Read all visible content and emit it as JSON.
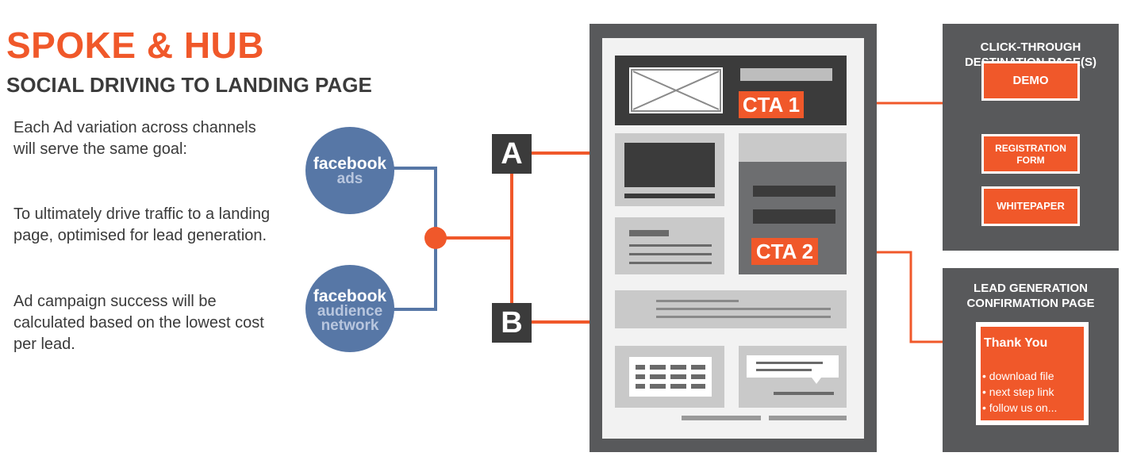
{
  "header": {
    "title": "SPOKE & HUB",
    "subtitle": "SOCIAL DRIVING TO LANDING PAGE"
  },
  "description": {
    "p1": "Each Ad variation across channels will serve the same goal:",
    "p2": "To ultimately drive traffic to a landing page, optimised for lead generation.",
    "p3": "Ad campaign success will be calculated based on the lowest cost per lead."
  },
  "sources": {
    "fb_ads_l1": "facebook",
    "fb_ads_l2": "ads",
    "fb_an_l1": "facebook",
    "fb_an_l2": "audience",
    "fb_an_l3": "network"
  },
  "variants": {
    "a": "A",
    "b": "B"
  },
  "landing": {
    "cta1": "CTA 1",
    "cta2": "CTA 2"
  },
  "click_through": {
    "title_l1": "CLICK-THROUGH",
    "title_l2": "DESTINATION PAGE(S)",
    "demo": "DEMO",
    "reg_l1": "REGISTRATION",
    "reg_l2": "FORM",
    "whitepaper": "WHITEPAPER"
  },
  "confirmation": {
    "title_l1": "LEAD GENERATION",
    "title_l2": "CONFIRMATION PAGE",
    "thank_you": "Thank You",
    "items": [
      "• download file",
      "• next step link",
      "• follow us on..."
    ]
  },
  "colors": {
    "orange": "#f0582a",
    "dark": "#3b3b3b",
    "panel": "#58595b",
    "facebook": "#5777a6"
  }
}
